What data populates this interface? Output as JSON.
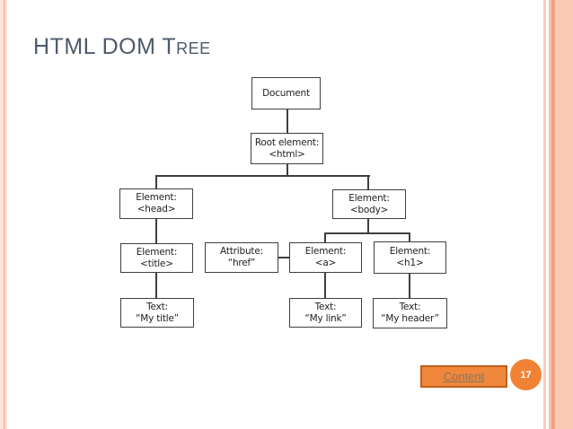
{
  "slide": {
    "title": "HTML DOM Tree",
    "colors": {
      "title_text": "#4D5A6A",
      "accent_orange": "#F28233",
      "button_fill": "#F0873A",
      "button_border": "#BE5F1A",
      "button_text": "#86775F",
      "stripe_light": "#FBC9B3",
      "stripe_deep": "#EFA183",
      "diagram_line": "#3F3F3F"
    }
  },
  "tree": {
    "nodes": [
      {
        "id": "document",
        "line1": "Document",
        "line2": ""
      },
      {
        "id": "root-html",
        "line1": "Root element:",
        "line2": "<html>"
      },
      {
        "id": "element-head",
        "line1": "Element:",
        "line2": "<head>"
      },
      {
        "id": "element-body",
        "line1": "Element:",
        "line2": "<body>"
      },
      {
        "id": "element-title",
        "line1": "Element:",
        "line2": "<title>"
      },
      {
        "id": "attribute-href",
        "line1": "Attribute:",
        "line2": "“href”"
      },
      {
        "id": "element-a",
        "line1": "Element:",
        "line2": "<a>"
      },
      {
        "id": "element-h1",
        "line1": "Element:",
        "line2": "<h1>"
      },
      {
        "id": "text-my-title",
        "line1": "Text:",
        "line2": "“My title”"
      },
      {
        "id": "text-my-link",
        "line1": "Text:",
        "line2": "“My link”"
      },
      {
        "id": "text-my-header",
        "line1": "Text:",
        "line2": "“My header”"
      }
    ]
  },
  "footer": {
    "content_label": "Content",
    "page_number": "17"
  }
}
